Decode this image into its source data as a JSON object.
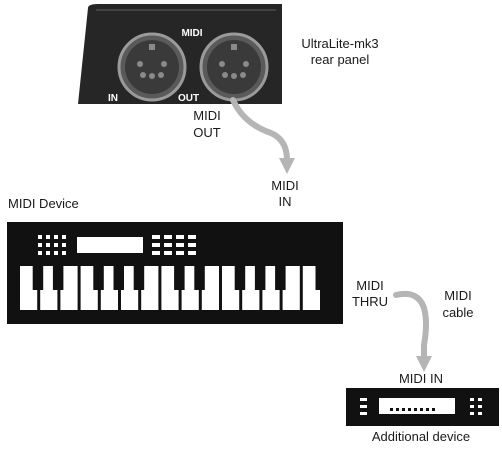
{
  "rear_panel": {
    "midi_label": "MIDI",
    "in_label": "IN",
    "out_label": "OUT",
    "caption_line1": "UltraLite-mk3",
    "caption_line2": "rear panel"
  },
  "connections": {
    "midi_out_line1": "MIDI",
    "midi_out_line2": "OUT",
    "midi_in_line1": "MIDI",
    "midi_in_line2": "IN",
    "midi_thru_line1": "MIDI",
    "midi_thru_line2": "THRU",
    "cable_line1": "MIDI",
    "cable_line2": "cable",
    "midi_in_additional": "MIDI IN"
  },
  "devices": {
    "midi_device": "MIDI Device",
    "additional_device": "Additional device"
  },
  "colors": {
    "panel": "#262626",
    "cable": "#b5b5b5",
    "device_body": "#111111",
    "key": "#ffffff"
  }
}
